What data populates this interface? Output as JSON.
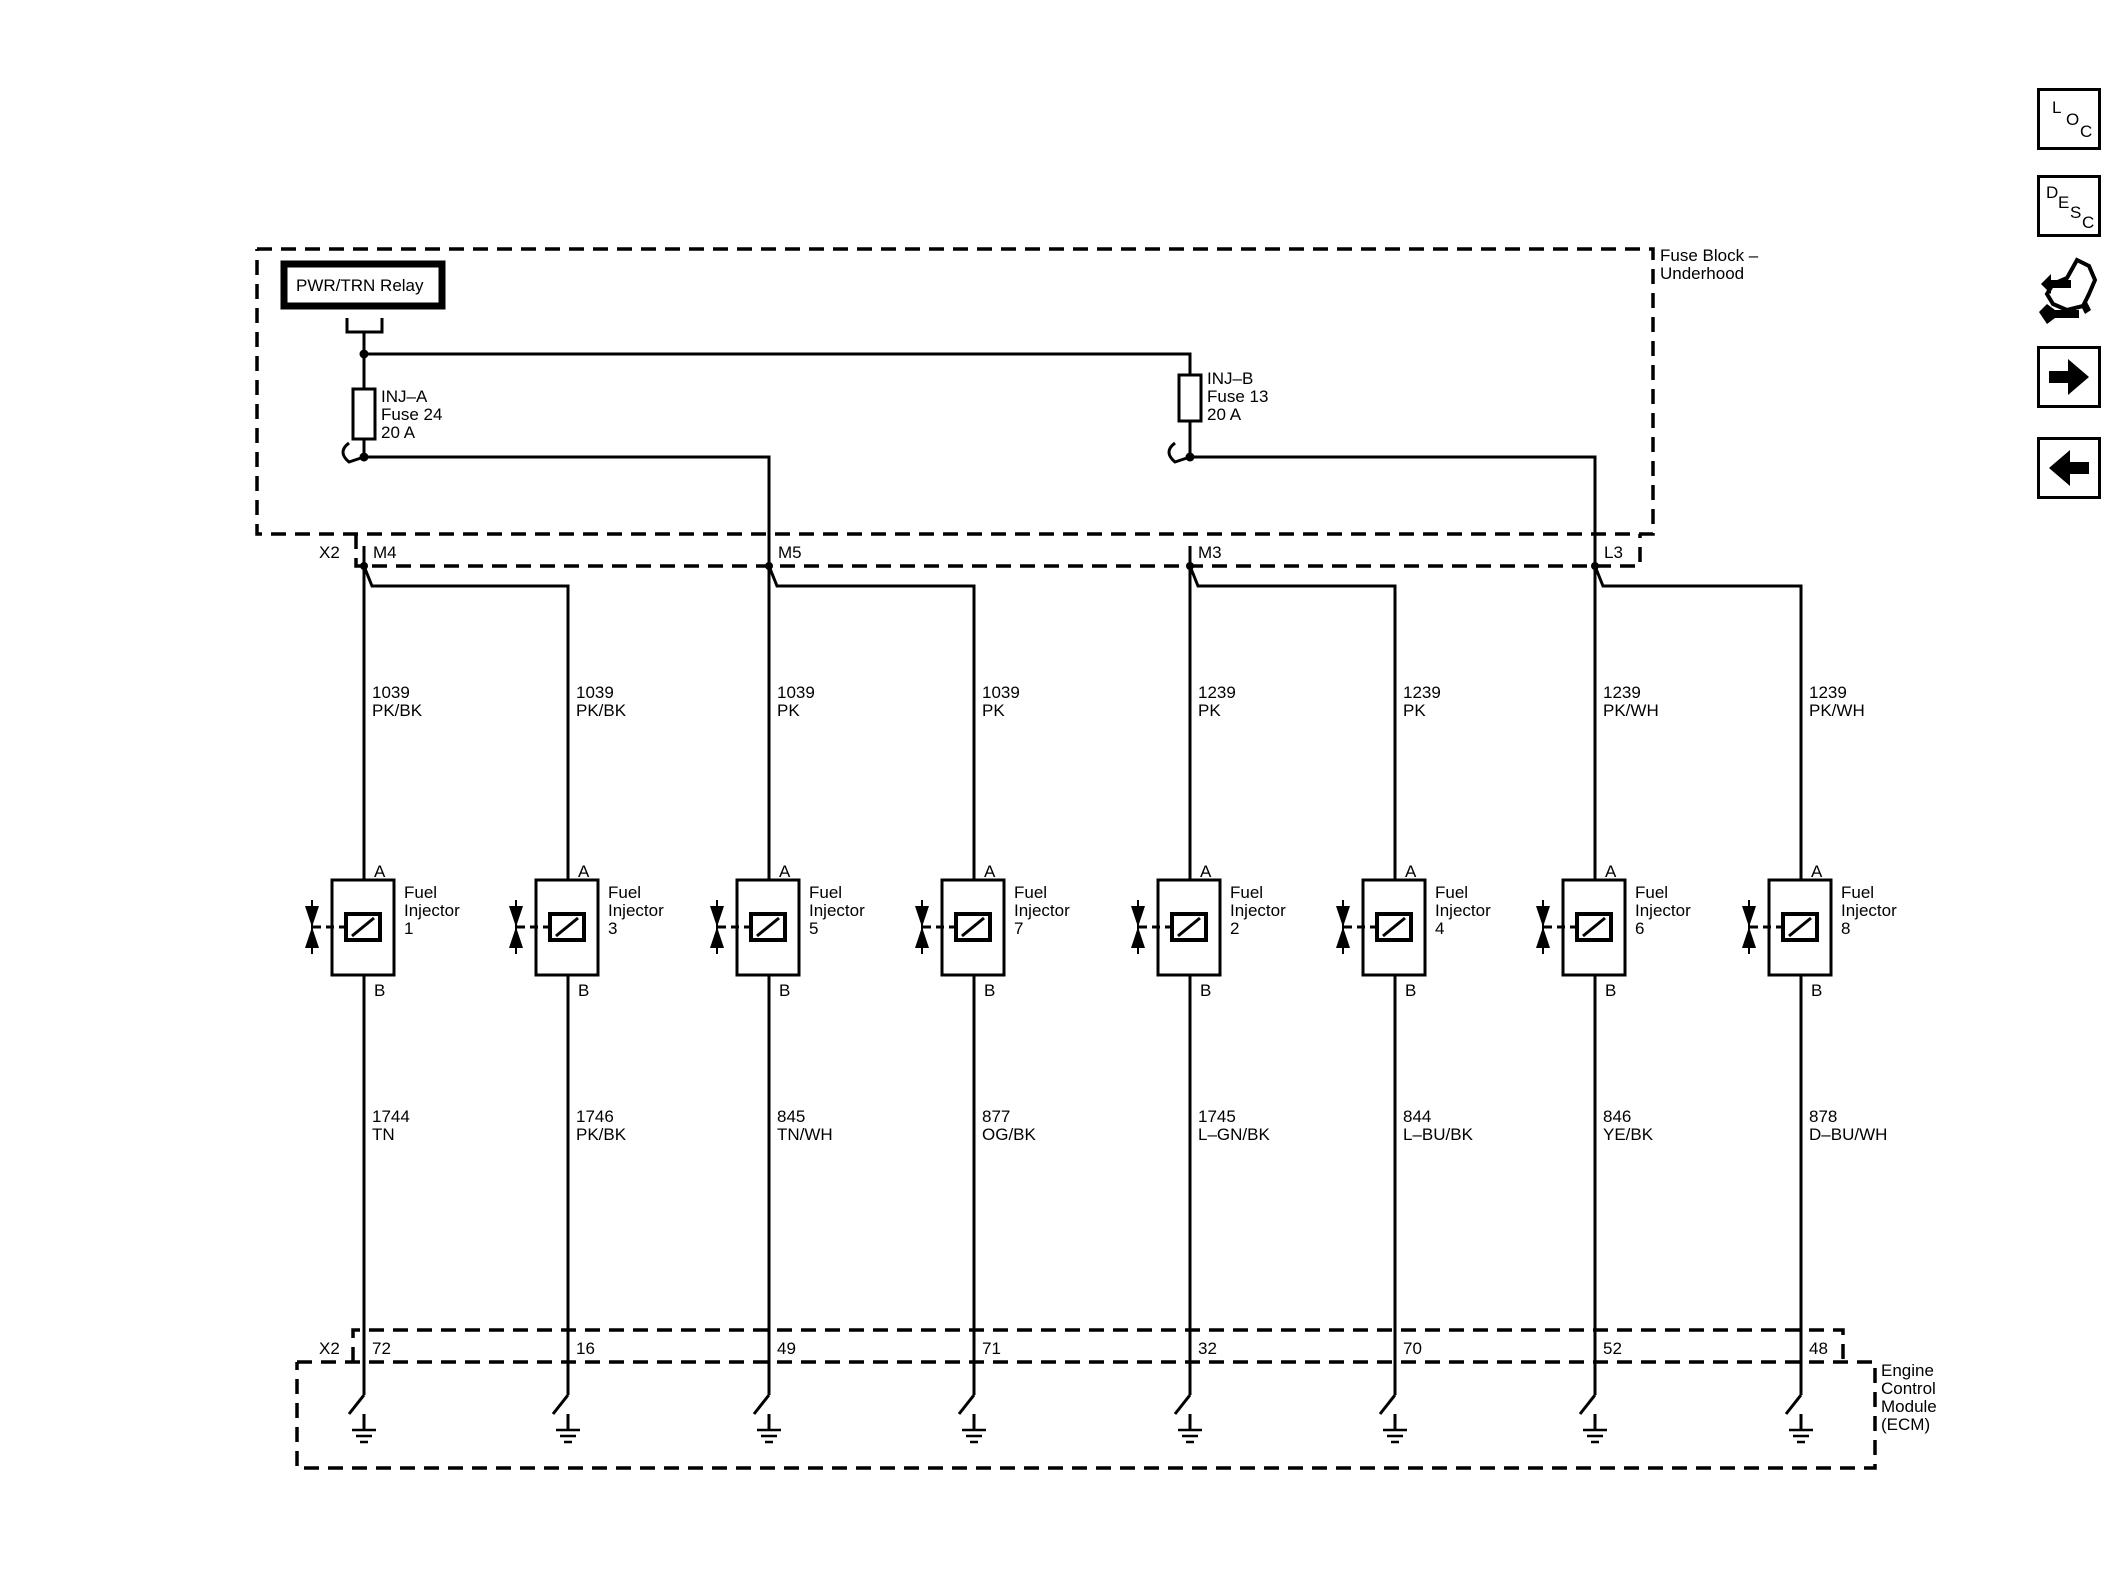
{
  "navigation": {
    "loc_letters": [
      "L",
      "O",
      "C"
    ],
    "desc_letters": [
      "D",
      "E",
      "S",
      "C"
    ],
    "icons": [
      "loc-icon",
      "desc-icon",
      "schematic-connector-icon",
      "arrow-right-icon",
      "arrow-left-icon"
    ]
  },
  "relay": {
    "label": "PWR/TRN Relay"
  },
  "fuse_block": {
    "label_line1": "Fuse Block –",
    "label_line2": "Underhood"
  },
  "fuses": [
    {
      "name": "INJ–A",
      "fuse": "Fuse 24",
      "rating": "20 A"
    },
    {
      "name": "INJ–B",
      "fuse": "Fuse 13",
      "rating": "20 A"
    }
  ],
  "upper_connector": {
    "name": "X2",
    "pins": [
      "M4",
      "M5",
      "M3",
      "L3"
    ]
  },
  "lower_connector": {
    "name": "X2"
  },
  "ecm": {
    "lines": [
      "Engine",
      "Control",
      "Module",
      "(ECM)"
    ]
  },
  "terminal_labels": {
    "top": "A",
    "bottom": "B"
  },
  "injectors": [
    {
      "label1": "Fuel",
      "label2": "Injector",
      "number": "1",
      "circuit_top": "1039",
      "color_top": "PK/BK",
      "circuit_bottom": "1744",
      "color_bottom": "TN",
      "ecm_pin": "72"
    },
    {
      "label1": "Fuel",
      "label2": "Injector",
      "number": "3",
      "circuit_top": "1039",
      "color_top": "PK/BK",
      "circuit_bottom": "1746",
      "color_bottom": "PK/BK",
      "ecm_pin": "16"
    },
    {
      "label1": "Fuel",
      "label2": "Injector",
      "number": "5",
      "circuit_top": "1039",
      "color_top": "PK",
      "circuit_bottom": "845",
      "color_bottom": "TN/WH",
      "ecm_pin": "49"
    },
    {
      "label1": "Fuel",
      "label2": "Injector",
      "number": "7",
      "circuit_top": "1039",
      "color_top": "PK",
      "circuit_bottom": "877",
      "color_bottom": "OG/BK",
      "ecm_pin": "71"
    },
    {
      "label1": "Fuel",
      "label2": "Injector",
      "number": "2",
      "circuit_top": "1239",
      "color_top": "PK",
      "circuit_bottom": "1745",
      "color_bottom": "L–GN/BK",
      "ecm_pin": "32"
    },
    {
      "label1": "Fuel",
      "label2": "Injector",
      "number": "4",
      "circuit_top": "1239",
      "color_top": "PK",
      "circuit_bottom": "844",
      "color_bottom": "L–BU/BK",
      "ecm_pin": "70"
    },
    {
      "label1": "Fuel",
      "label2": "Injector",
      "number": "6",
      "circuit_top": "1239",
      "color_top": "PK/WH",
      "circuit_bottom": "846",
      "color_bottom": "YE/BK",
      "ecm_pin": "52"
    },
    {
      "label1": "Fuel",
      "label2": "Injector",
      "number": "8",
      "circuit_top": "1239",
      "color_top": "PK/WH",
      "circuit_bottom": "878",
      "color_bottom": "D–BU/WH",
      "ecm_pin": "48"
    }
  ]
}
